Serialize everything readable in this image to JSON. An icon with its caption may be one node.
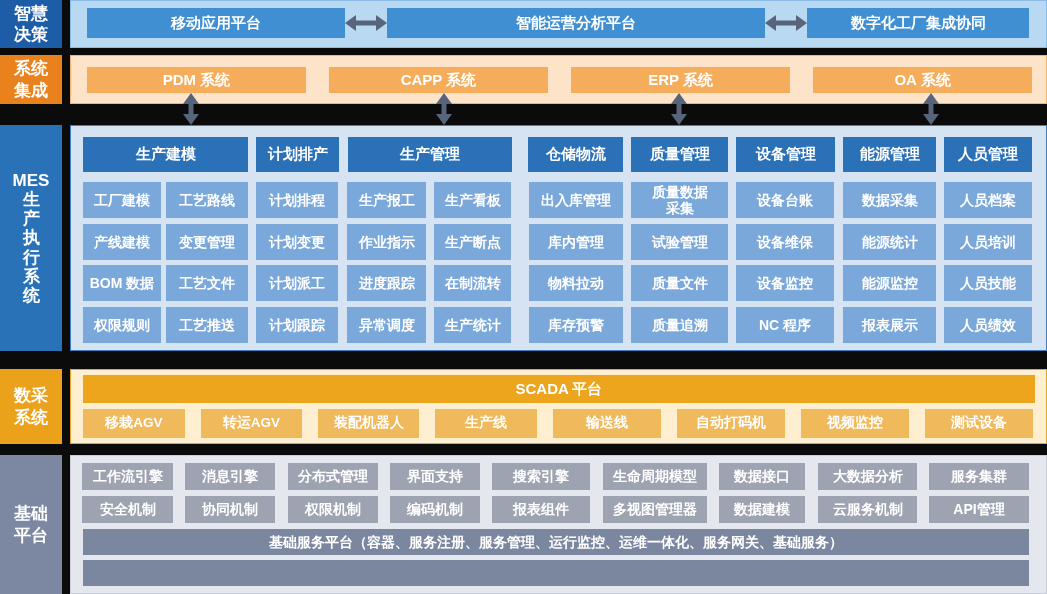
{
  "diagram": {
    "nodes": [
      {
        "text": [
          "智慧决策"
        ]
      },
      {
        "text": [],
        "shape": "box"
      },
      {
        "text": [
          "移动应用平台"
        ],
        "in": 1
      },
      {
        "text": [
          "智能运营分析平台"
        ],
        "in": 1
      },
      {
        "text": [
          "数字化工厂集成协同"
        ],
        "in": 1
      },
      {
        "text": [
          "系统集成"
        ]
      },
      {
        "text": [],
        "shape": "box"
      },
      {
        "text": [
          "PDM 系统"
        ],
        "in": 6
      },
      {
        "text": [
          "CAPP 系统"
        ],
        "in": 6
      },
      {
        "text": [
          "ERP 系统"
        ],
        "in": 6
      },
      {
        "text": [
          "OA 系统"
        ],
        "in": 6
      },
      {
        "text": [
          "MES生产执行系统"
        ]
      },
      {
        "text": [],
        "shape": "box"
      },
      {
        "text": [
          "生产建模"
        ],
        "in": 12
      },
      {
        "text": [
          "计划排产"
        ],
        "in": 12
      },
      {
        "text": [
          "生产管理"
        ],
        "in": 12
      },
      {
        "text": [
          "仓储物流"
        ],
        "in": 12
      },
      {
        "text": [
          "质量管理"
        ],
        "in": 12
      },
      {
        "text": [
          "设备管理"
        ],
        "in": 12
      },
      {
        "text": [
          "能源管理"
        ],
        "in": 12
      },
      {
        "text": [
          "人员管理"
        ],
        "in": 12
      },
      {
        "text": [
          "工厂建模"
        ],
        "in": 12
      },
      {
        "text": [
          "工艺路线"
        ],
        "in": 12
      },
      {
        "text": [
          "计划排程"
        ],
        "in": 12
      },
      {
        "text": [
          "生产报工"
        ],
        "in": 12
      },
      {
        "text": [
          "生产看板"
        ],
        "in": 12
      },
      {
        "text": [
          "出入库管理"
        ],
        "in": 12
      },
      {
        "text": [
          "质量数据采集"
        ],
        "in": 12
      },
      {
        "text": [
          "设备台账"
        ],
        "in": 12
      },
      {
        "text": [
          "数据采集"
        ],
        "in": 12
      },
      {
        "text": [
          "人员档案"
        ],
        "in": 12
      },
      {
        "text": [
          "产线建模"
        ],
        "in": 12
      },
      {
        "text": [
          "变更管理"
        ],
        "in": 12
      },
      {
        "text": [
          "计划变更"
        ],
        "in": 12
      },
      {
        "text": [
          "作业指示"
        ],
        "in": 12
      },
      {
        "text": [
          "生产断点"
        ],
        "in": 12
      },
      {
        "text": [
          "库内管理"
        ],
        "in": 12
      },
      {
        "text": [
          "试验管理"
        ],
        "in": 12
      },
      {
        "text": [
          "设备维保"
        ],
        "in": 12
      },
      {
        "text": [
          "能源统计"
        ],
        "in": 12
      },
      {
        "text": [
          "人员培训"
        ],
        "in": 12
      },
      {
        "text": [
          "BOM 数据"
        ],
        "in": 12
      },
      {
        "text": [
          "工艺文件"
        ],
        "in": 12
      },
      {
        "text": [
          "计划派工"
        ],
        "in": 12
      },
      {
        "text": [
          "进度跟踪"
        ],
        "in": 12
      },
      {
        "text": [
          "在制流转"
        ],
        "in": 12
      },
      {
        "text": [
          "物料拉动"
        ],
        "in": 12
      },
      {
        "text": [
          "质量文件"
        ],
        "in": 12
      },
      {
        "text": [
          "设备监控"
        ],
        "in": 12
      },
      {
        "text": [
          "能源监控"
        ],
        "in": 12
      },
      {
        "text": [
          "人员技能"
        ],
        "in": 12
      },
      {
        "text": [
          "权限规则"
        ],
        "in": 12
      },
      {
        "text": [
          "工艺推送"
        ],
        "in": 12
      },
      {
        "text": [
          "计划跟踪"
        ],
        "in": 12
      },
      {
        "text": [
          "异常调度"
        ],
        "in": 12
      },
      {
        "text": [
          "生产统计"
        ],
        "in": 12
      },
      {
        "text": [
          "库存预警"
        ],
        "in": 12
      },
      {
        "text": [
          "质量追溯"
        ],
        "in": 12
      },
      {
        "text": [
          "NC 程序"
        ],
        "in": 12
      },
      {
        "text": [
          "报表展示"
        ],
        "in": 12
      },
      {
        "text": [
          "人员绩效"
        ],
        "in": 12
      },
      {
        "text": [
          "数采系统"
        ]
      },
      {
        "text": [],
        "shape": "box"
      },
      {
        "text": [
          "SCADA 平台"
        ],
        "in": 62
      },
      {
        "text": [
          "移栽AGV"
        ],
        "in": 62
      },
      {
        "text": [
          "转运AGV"
        ],
        "in": 62
      },
      {
        "text": [
          "装配机器人"
        ],
        "in": 62
      },
      {
        "text": [
          "生产线"
        ],
        "in": 62
      },
      {
        "text": [
          "输送线"
        ],
        "in": 62
      },
      {
        "text": [
          "自动打码机"
        ],
        "in": 62
      },
      {
        "text": [
          "视频监控"
        ],
        "in": 62
      },
      {
        "text": [
          "测试设备"
        ],
        "in": 62
      },
      {
        "text": [
          "基础平台"
        ]
      },
      {
        "text": [],
        "shape": "box"
      },
      {
        "text": [
          "工作流引擎"
        ],
        "in": 73
      },
      {
        "text": [
          "消息引擎"
        ],
        "in": 73
      },
      {
        "text": [
          "分布式管理"
        ],
        "in": 73
      },
      {
        "text": [
          "界面支持"
        ],
        "in": 73
      },
      {
        "text": [
          "搜索引擎"
        ],
        "in": 73
      },
      {
        "text": [
          "生命周期模型"
        ],
        "in": 73
      },
      {
        "text": [
          "数据接口"
        ],
        "in": 73
      },
      {
        "text": [
          "大数据分析"
        ],
        "in": 73
      },
      {
        "text": [
          "服务集群"
        ],
        "in": 73
      },
      {
        "text": [
          "安全机制"
        ],
        "in": 73
      },
      {
        "text": [
          "协同机制"
        ],
        "in": 73
      },
      {
        "text": [
          "权限机制"
        ],
        "in": 73
      },
      {
        "text": [
          "编码机制"
        ],
        "in": 73
      },
      {
        "text": [
          "报表组件"
        ],
        "in": 73
      },
      {
        "text": [
          "多视图管理器"
        ],
        "in": 73
      },
      {
        "text": [
          "数据建模"
        ],
        "in": 73
      },
      {
        "text": [
          "云服务机制"
        ],
        "in": 73
      },
      {
        "text": [
          "API管理"
        ],
        "in": 73
      },
      {
        "text": [
          "基础服务平台（容器、服务注册、服务管理、运行监控、运维一体化、服务网关、基础服务）"
        ],
        "in": 73
      },
      {
        "text": [],
        "shape": "bar",
        "in": 73
      }
    ],
    "edges": [
      {
        "from": 2,
        "to": 3,
        "arrow": "both"
      },
      {
        "from": 3,
        "to": 4,
        "arrow": "both"
      },
      {
        "from": 7,
        "to": 12,
        "arrow": "both"
      },
      {
        "from": 8,
        "to": 12,
        "arrow": "both"
      },
      {
        "from": 9,
        "to": 12,
        "arrow": "both"
      },
      {
        "from": 10,
        "to": 12,
        "arrow": "both"
      }
    ]
  }
}
